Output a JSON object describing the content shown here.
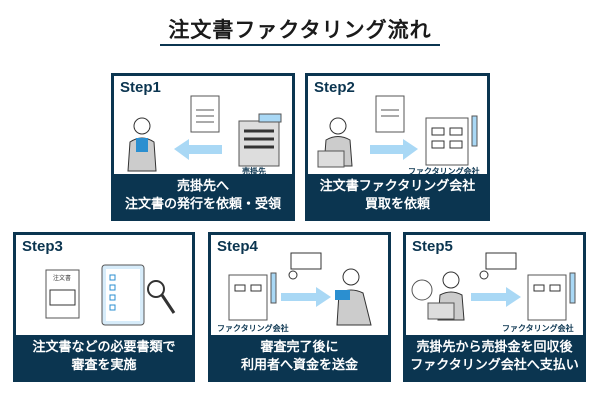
{
  "title": "注文書ファクタリング流れ",
  "colors": {
    "dark": "#0b3550",
    "arrow": "#a9d8f5"
  },
  "steps": [
    {
      "label": "Step1",
      "caption": [
        "売掛先へ",
        "注文書の発行を依頼・受領"
      ],
      "building_label": "売掛先"
    },
    {
      "label": "Step2",
      "caption": [
        "注文書ファクタリング会社",
        "買取を依頼"
      ],
      "building_label": "ファクタリング会社"
    },
    {
      "label": "Step3",
      "caption": [
        "注文書などの必要書類で",
        "審査を実施"
      ],
      "doc_label": "注文書"
    },
    {
      "label": "Step4",
      "caption": [
        "審査完了後に",
        "利用者へ資金を送金"
      ],
      "building_label": "ファクタリング会社"
    },
    {
      "label": "Step5",
      "caption": [
        "売掛先から売掛金を回収後",
        "ファクタリング会社へ支払い"
      ],
      "building_label": "ファクタリング会社"
    }
  ]
}
